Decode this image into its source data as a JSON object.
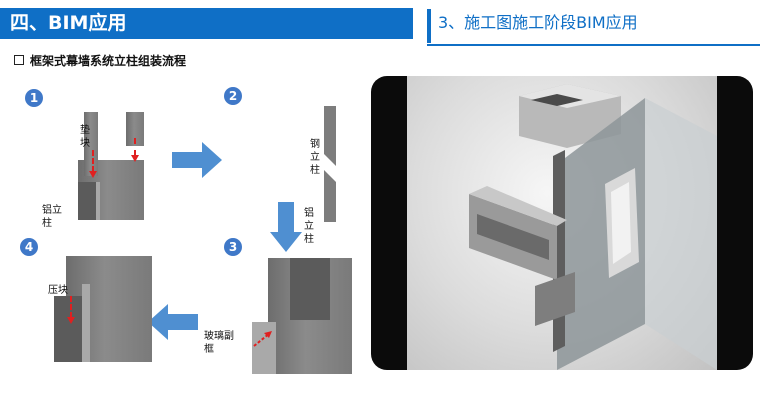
{
  "header": {
    "title": "四、BIM应用",
    "section_title": "3、施工图施工阶段BIM应用"
  },
  "subheading": "框架式幕墙系统立柱组装流程",
  "steps": [
    {
      "number": "1",
      "labels": [
        "垫\n块",
        "铝立\n柱"
      ]
    },
    {
      "number": "2",
      "labels": [
        "钢\n立\n柱",
        "铝\n立\n柱"
      ]
    },
    {
      "number": "3",
      "labels": [
        "玻璃副\n框"
      ]
    },
    {
      "number": "4",
      "labels": [
        "压块"
      ]
    }
  ],
  "colors": {
    "brand_blue": "#0f6fc6",
    "step_blue": "#3f78c8",
    "arrow_blue": "#4f8fd1",
    "arrow_red": "#e02020"
  }
}
